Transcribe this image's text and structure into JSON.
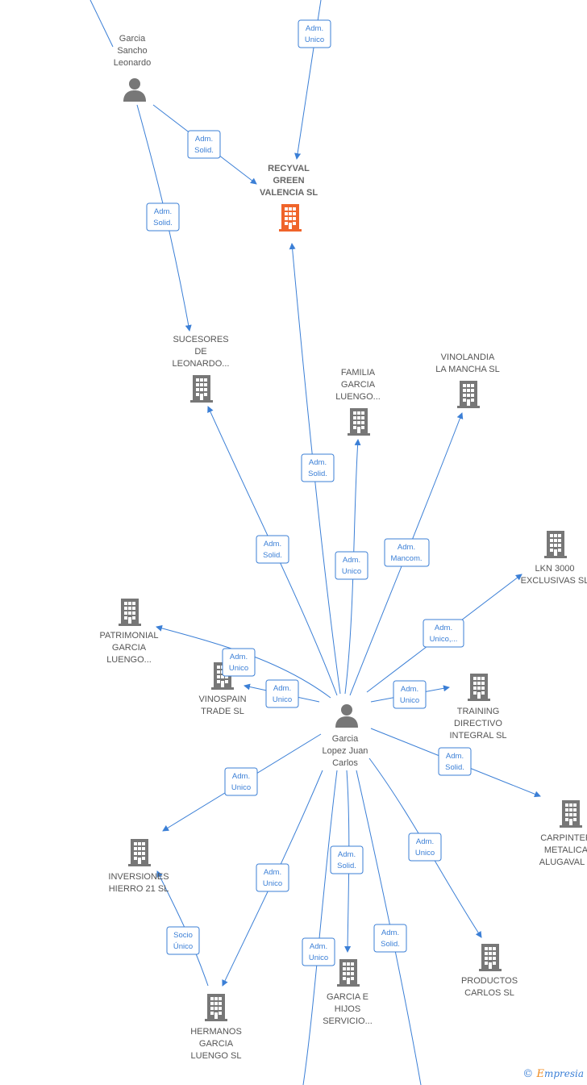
{
  "nodes": {
    "garcia_sancho": {
      "lines": [
        "Garcia",
        "Sancho",
        "Leonardo"
      ],
      "type": "person"
    },
    "recyval": {
      "lines": [
        "RECYVAL",
        "GREEN",
        "VALENCIA  SL"
      ],
      "type": "company-main"
    },
    "sucesores": {
      "lines": [
        "SUCESORES",
        "DE",
        "LEONARDO..."
      ],
      "type": "company"
    },
    "familia": {
      "lines": [
        "FAMILIA",
        "GARCIA",
        "LUENGO..."
      ],
      "type": "company"
    },
    "vinolandia": {
      "lines": [
        "VINOLANDIA",
        "LA MANCHA SL"
      ],
      "type": "company"
    },
    "lkn": {
      "lines": [
        "LKN 3000",
        "EXCLUSIVAS SL"
      ],
      "type": "company"
    },
    "patrimonial": {
      "lines": [
        "PATRIMONIAL",
        "GARCIA",
        "LUENGO..."
      ],
      "type": "company"
    },
    "vinospain": {
      "lines": [
        "VINOSPAIN",
        "TRADE  SL"
      ],
      "type": "company"
    },
    "training": {
      "lines": [
        "TRAINING",
        "DIRECTIVO",
        "INTEGRAL  SL"
      ],
      "type": "company"
    },
    "garcia_lopez": {
      "lines": [
        "Garcia",
        "Lopez Juan",
        "Carlos"
      ],
      "type": "person"
    },
    "carpinteria": {
      "lines": [
        "CARPINTER",
        "METALICA",
        "ALUGAVAL"
      ],
      "type": "company"
    },
    "inversiones": {
      "lines": [
        "INVERSIONES",
        "HIERRO 21  SL"
      ],
      "type": "company"
    },
    "productos": {
      "lines": [
        "PRODUCTOS",
        "CARLOS SL"
      ],
      "type": "company"
    },
    "garcia_hijos": {
      "lines": [
        "GARCIA E",
        "HIJOS",
        "SERVICIO..."
      ],
      "type": "company"
    },
    "hermanos": {
      "lines": [
        "HERMANOS",
        "GARCIA",
        "LUENGO  SL"
      ],
      "type": "company"
    }
  },
  "badges": {
    "b_top": [
      "Adm.",
      "Unico"
    ],
    "b_gs_recyval": [
      "Adm.",
      "Solid."
    ],
    "b_gs_sucesores": [
      "Adm.",
      "Solid."
    ],
    "b_recyval": [
      "Adm.",
      "Solid."
    ],
    "b_sucesores": [
      "Adm.",
      "Solid."
    ],
    "b_familia": [
      "Adm.",
      "Unico"
    ],
    "b_vinolandia": [
      "Adm.",
      "Mancom."
    ],
    "b_lkn": [
      "Adm.",
      "Unico,..."
    ],
    "b_patrimonial": [
      "Adm.",
      "Unico"
    ],
    "b_vinospain": [
      "Adm.",
      "Unico"
    ],
    "b_training": [
      "Adm.",
      "Unico"
    ],
    "b_carpinteria": [
      "Adm.",
      "Solid."
    ],
    "b_inversiones": [
      "Adm.",
      "Unico"
    ],
    "b_productos": [
      "Adm.",
      "Unico"
    ],
    "b_garcia_hijos": [
      "Adm.",
      "Solid."
    ],
    "b_hermanos": [
      "Adm.",
      "Unico"
    ],
    "b_socio": [
      "Socio",
      "Único"
    ],
    "b_bottom_left": [
      "Adm.",
      "Unico"
    ],
    "b_bottom_right": [
      "Adm.",
      "Solid."
    ]
  },
  "colors": {
    "edge": "#3b7fd6",
    "company": "#777777",
    "main_company": "#f0642a",
    "person": "#777777"
  },
  "footer": {
    "copyright": "©",
    "brand_e": "E",
    "brand_rest": "mpresia"
  }
}
